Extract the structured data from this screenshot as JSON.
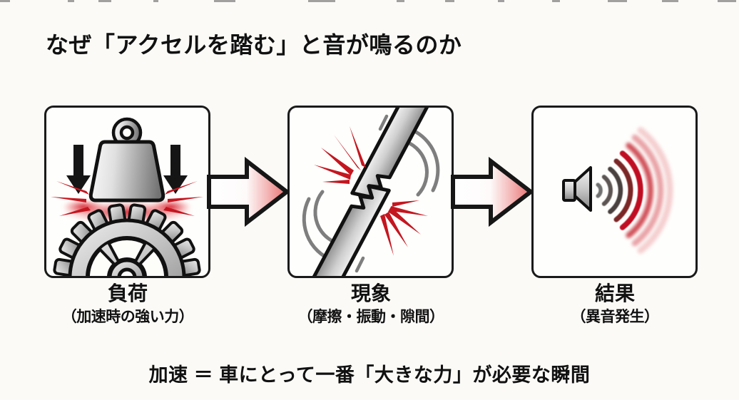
{
  "title": "なぜ「アクセルを踏む」と音が鳴るのか",
  "steps": [
    {
      "label": "負荷",
      "sublabel": "（加速時の強い力）",
      "icon": "weight-on-gear-icon"
    },
    {
      "label": "現象",
      "sublabel": "（摩擦・振動・隙間）",
      "icon": "metal-friction-break-icon"
    },
    {
      "label": "結果",
      "sublabel": "（異音発生）",
      "icon": "speaker-sound-waves-icon"
    }
  ],
  "flow": {
    "arrow_icon": "right-arrow-icon"
  },
  "footer": "加速 ＝ 車にとって一番「大きな力」が必要な瞬間",
  "colors": {
    "accent_red": "#c4161f",
    "outline_black": "#1a1a1a",
    "background": "#fbfaf7",
    "arrow_tip_pink": "#e96f6f",
    "metal_gray": "#bfbfbf"
  }
}
